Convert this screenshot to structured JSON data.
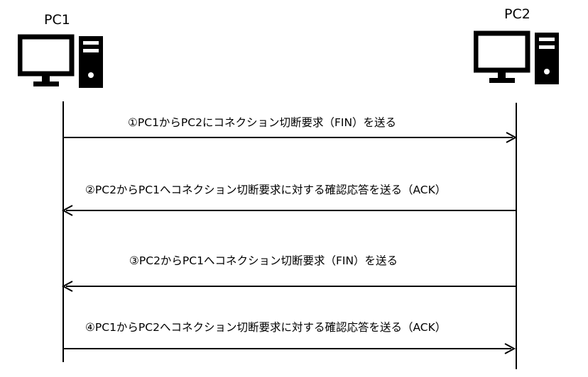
{
  "hosts": {
    "pc1": {
      "label": "PC1",
      "icon": "desktop-computer-icon"
    },
    "pc2": {
      "label": "PC2",
      "icon": "desktop-computer-icon"
    }
  },
  "messages": [
    {
      "text": "①PC1からPC2にコネクション切断要求（FIN）を送る",
      "from": "PC1",
      "to": "PC2"
    },
    {
      "text": "②PC2からPC1へコネクション切断要求に対する確認応答を送る（ACK）",
      "from": "PC2",
      "to": "PC1"
    },
    {
      "text": "③PC2からPC1へコネクション切断要求（FIN）を送る",
      "from": "PC2",
      "to": "PC1"
    },
    {
      "text": "④PC1からPC2へコネクション切断要求に対する確認応答を送る（ACK）",
      "from": "PC1",
      "to": "PC2"
    }
  ],
  "colors": {
    "line": "#000000",
    "background": "#ffffff"
  }
}
